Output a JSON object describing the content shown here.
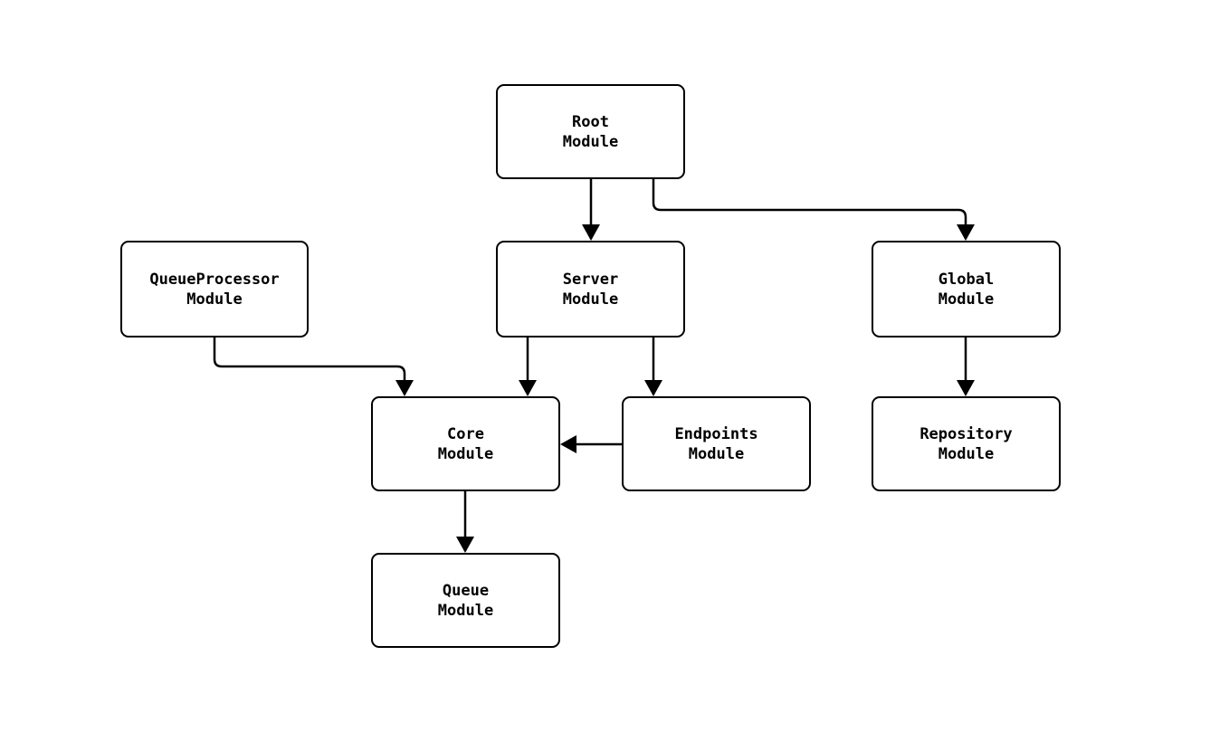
{
  "diagram": {
    "type": "flowchart",
    "background_color": "#ffffff",
    "stroke_color": "#000000",
    "text_color": "#000000",
    "nodes": {
      "root": {
        "label": "Root\nModule"
      },
      "queueprocessor": {
        "label": "QueueProcessor\nModule"
      },
      "server": {
        "label": "Server\nModule"
      },
      "global": {
        "label": "Global\nModule"
      },
      "core": {
        "label": "Core\nModule"
      },
      "endpoints": {
        "label": "Endpoints\nModule"
      },
      "repository": {
        "label": "Repository\nModule"
      },
      "queue": {
        "label": "Queue\nModule"
      }
    },
    "edges": [
      {
        "from": "Root Module",
        "to": "Server Module"
      },
      {
        "from": "Root Module",
        "to": "Global Module"
      },
      {
        "from": "QueueProcessor Module",
        "to": "Core Module"
      },
      {
        "from": "Server Module",
        "to": "Core Module"
      },
      {
        "from": "Server Module",
        "to": "Endpoints Module"
      },
      {
        "from": "Endpoints Module",
        "to": "Core Module"
      },
      {
        "from": "Global Module",
        "to": "Repository Module"
      },
      {
        "from": "Core Module",
        "to": "Queue Module"
      }
    ]
  }
}
